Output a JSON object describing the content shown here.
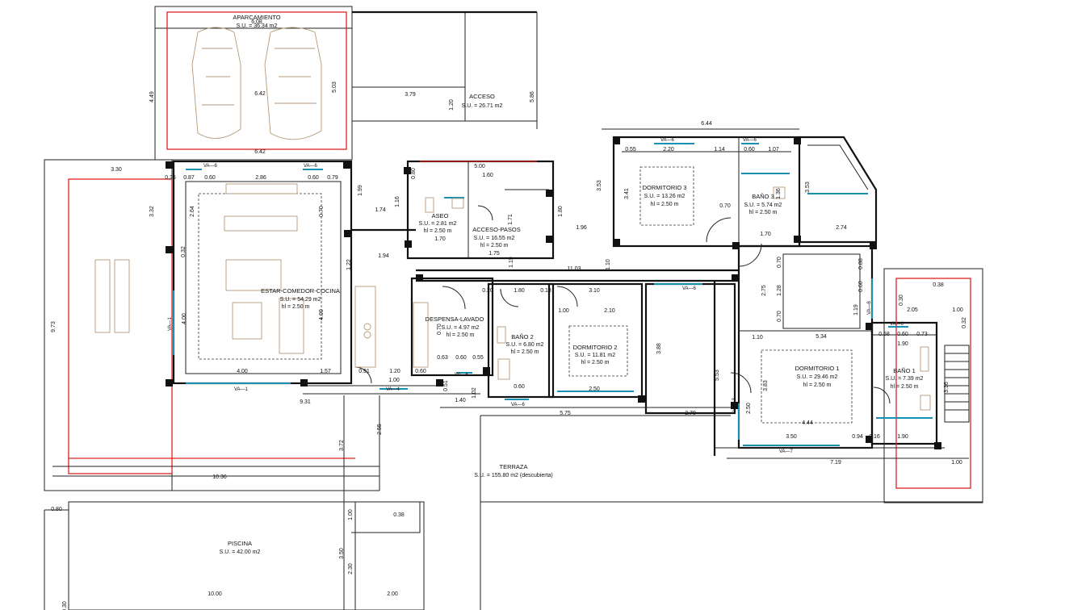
{
  "rooms": {
    "aparcamiento": {
      "name": "APARCAMIENTO",
      "area": "S.U. = 36.34 m2"
    },
    "acceso": {
      "name": "ACCESO",
      "area": "S.U. = 26.71 m2"
    },
    "aseo": {
      "name": "ASEO",
      "area": "S.U. = 2.81 m2",
      "height": "hl = 2.50 m"
    },
    "acceso_pasos": {
      "name": "ACCESO-PASOS",
      "area": "S.U. = 16.55 m2",
      "height": "hl = 2.50 m"
    },
    "dormitorio3": {
      "name": "DORMITORIO 3",
      "area": "S.U. = 13.26 m2",
      "height": "hl = 2.50 m"
    },
    "bano3": {
      "name": "BAÑO 3",
      "area": "S.U. = 5.74 m2",
      "height": "hl = 2.50 m"
    },
    "estar": {
      "name": "ESTAR-COMEDOR-COCINA",
      "area": "S.U. = 54.29 m2",
      "height": "hl = 2.50 m"
    },
    "despensa": {
      "name": "DESPENSA-LAVADO",
      "area": "S.U. = 4.97 m2",
      "height": "hl = 2.50 m"
    },
    "bano2": {
      "name": "BAÑO 2",
      "area": "S.U. = 6.80 m2",
      "height": "hl = 2.50 m"
    },
    "dormitorio2": {
      "name": "DORMITORIO 2",
      "area": "S.U. = 11.81 m2",
      "height": "hl = 2.50 m"
    },
    "dormitorio1": {
      "name": "DORMITORIO 1",
      "area": "S.U. = 29.46 m2",
      "height": "hl = 2.50 m"
    },
    "bano1": {
      "name": "BAÑO 1",
      "area": "S.U. = 7.39 m2",
      "height": "hl = 2.50 m"
    },
    "terraza": {
      "name": "TERRAZA",
      "area": "S.U. = 155.80 m2 (descubierta)"
    },
    "piscina": {
      "name": "PISCINA",
      "area": "S.U. = 42.00 m2"
    }
  },
  "dimensions": {
    "d_6_08": "6.08",
    "d_4_49": "4.49",
    "d_6_42a": "6.42",
    "d_5_03": "5.03",
    "d_6_42b": "6.42",
    "d_3_79": "3.79",
    "d_1_20a": "1.20",
    "d_5_86": "5.86",
    "d_6_44": "6.44",
    "d_3_30": "3.30",
    "d_3_32": "3.32",
    "d_0_35": "0.35",
    "d_0_87": "0.87",
    "d_0_60a": "0.60",
    "d_2_86": "2.86",
    "d_0_60b": "0.60",
    "d_0_79": "0.79",
    "d_1_99": "1.99",
    "d_5_00": "5.00",
    "d_1_60": "1.60",
    "d_0_80a": "0.80",
    "d_1_16": "1.16",
    "d_1_74": "1.74",
    "d_1_71": "1.71",
    "d_1_70a": "1.70",
    "d_1_75": "1.75",
    "d_1_80": "1.80",
    "d_1_96": "1.96",
    "d_3_53a": "3.53",
    "d_0_55": "0.55",
    "d_2_20": "2.20",
    "d_1_14": "1.14",
    "d_0_60c": "0.60",
    "d_1_07": "1.07",
    "d_3_41": "3.41",
    "d_0_70a": "0.70",
    "d_3_53b": "3.53",
    "d_2_74": "2.74",
    "d_1_70b": "1.70",
    "d_2_64": "2.64",
    "d_1_94": "1.94",
    "d_11_03": "11.03",
    "d_1_10a": "1.10",
    "d_1_19": "1.19",
    "d_1_22": "1.22",
    "d_9_73": "9.73",
    "d_4_00a": "4.00",
    "d_4_00b": "4.00",
    "d_0_20": "0.20",
    "d_1_80b": "1.80",
    "d_0_18": "0.18",
    "d_3_10": "3.10",
    "d_1_00a": "1.00",
    "d_2_10": "2.10",
    "d_0_63": "0.63",
    "d_0_60d": "0.60",
    "d_0_55b": "0.55",
    "d_2_75": "2.75",
    "d_1_28": "1.28",
    "d_1_10b": "1.10",
    "d_0_88": "0.88",
    "d_0_60e": "0.60",
    "d_1_19b": "1.19",
    "d_0_38a": "0.38",
    "d_2_05": "2.05",
    "d_1_00b": "1.00",
    "d_5_34": "5.34",
    "d_0_58": "0.58",
    "d_0_60f": "0.60",
    "d_0_73": "0.73",
    "d_1_90a": "1.90",
    "d_3_88": "3.88",
    "d_5_53": "5.53",
    "d_1_57": "1.57",
    "d_0_91": "0.91",
    "d_1_20b": "1.20",
    "d_0_60g": "0.60",
    "d_1_00c": "1.00",
    "d_0_51": "0.51",
    "d_1_02": "1.02",
    "d_1_40": "1.40",
    "d_0_60h": "0.60",
    "d_2_50a": "2.50",
    "d_9_31": "9.31",
    "d_5_75": "5.75",
    "d_2_70": "2.70",
    "d_2_50b": "2.50",
    "d_4_44": "4.44",
    "d_3_50a": "3.50",
    "d_0_94": "0.94",
    "d_0_16": "0.16",
    "d_1_90b": "1.90",
    "d_7_19": "7.19",
    "d_1_00d": "1.00",
    "d_2_55": "2.55",
    "d_3_72": "3.72",
    "d_10_36": "10.36",
    "d_0_80b": "0.80",
    "d_1_00e": "1.00",
    "d_0_38b": "0.38",
    "d_3_50b": "3.50",
    "d_2_30": "2.30",
    "d_10_00": "10.00",
    "d_2_00": "2.00",
    "d_0_30": "0.30",
    "d_0_70b": "0.70",
    "d_3_36": "3.36",
    "d_0_32": "0.32",
    "d_1_36": "1.36",
    "d_0_70c": "0.70",
    "d_0_70d": "0.70",
    "d_3_83": "3.83"
  },
  "windows": {
    "va_6a": "VA—6",
    "va_6b": "VA—6",
    "va_6c": "VA—6",
    "va_6d": "VA—6",
    "va_6e": "VA—6",
    "va_6f": "VA—6",
    "va_6g": "VA—6",
    "va_6h": "VA—6",
    "va_1a": "VA—1",
    "va_1b": "VA—1",
    "va_4": "VA—4",
    "va_3": "VA—3",
    "va_7": "VA—7",
    "va_6i": "VA—6"
  }
}
